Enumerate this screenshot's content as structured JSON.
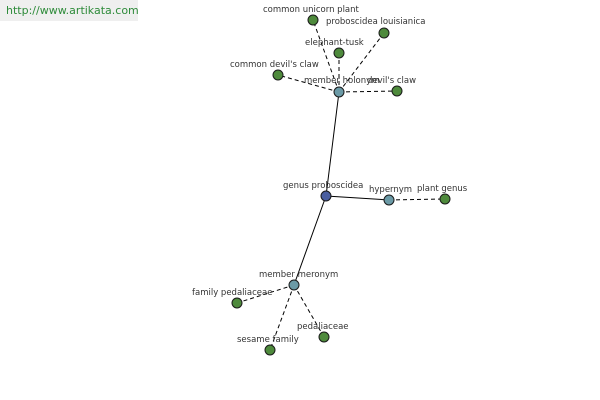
{
  "banner": {
    "url_text": "http://www.artikata.com"
  },
  "colors": {
    "center_node": "#4a5ea0",
    "relation_node": "#6b9aa6",
    "leaf_node": "#4e8a3c",
    "edge": "#000000",
    "label": "#333333",
    "banner_text": "#2e8b3a",
    "banner_bg": "#efefef"
  },
  "graph": {
    "nodes": [
      {
        "id": "genus-proboscidea",
        "label": "genus proboscidea",
        "kind": "center"
      },
      {
        "id": "member-holonym",
        "label": "member holonym",
        "kind": "relation"
      },
      {
        "id": "hypernym",
        "label": "hypernym",
        "kind": "relation"
      },
      {
        "id": "member-meronym",
        "label": "member meronym",
        "kind": "relation"
      },
      {
        "id": "common-unicorn-plant",
        "label": "common unicorn plant",
        "kind": "leaf"
      },
      {
        "id": "proboscidea-louisianica",
        "label": "proboscidea louisianica",
        "kind": "leaf"
      },
      {
        "id": "elephant-tusk",
        "label": "elephant-tusk",
        "kind": "leaf"
      },
      {
        "id": "common-devils-claw",
        "label": "common devil's claw",
        "kind": "leaf"
      },
      {
        "id": "devils-claw",
        "label": "devil's claw",
        "kind": "leaf"
      },
      {
        "id": "plant-genus",
        "label": "plant genus",
        "kind": "leaf"
      },
      {
        "id": "family-pedaliaceae",
        "label": "family pedaliaceae",
        "kind": "leaf"
      },
      {
        "id": "pedaliaceae",
        "label": "pedaliaceae",
        "kind": "leaf"
      },
      {
        "id": "sesame-family",
        "label": "sesame family",
        "kind": "leaf"
      }
    ],
    "edges": [
      {
        "from": "genus-proboscidea",
        "to": "member-holonym",
        "style": "solid"
      },
      {
        "from": "genus-proboscidea",
        "to": "hypernym",
        "style": "solid"
      },
      {
        "from": "genus-proboscidea",
        "to": "member-meronym",
        "style": "solid"
      },
      {
        "from": "member-holonym",
        "to": "common-unicorn-plant",
        "style": "dashed"
      },
      {
        "from": "member-holonym",
        "to": "proboscidea-louisianica",
        "style": "dashed"
      },
      {
        "from": "member-holonym",
        "to": "elephant-tusk",
        "style": "dashed"
      },
      {
        "from": "member-holonym",
        "to": "common-devils-claw",
        "style": "dashed"
      },
      {
        "from": "member-holonym",
        "to": "devils-claw",
        "style": "dashed"
      },
      {
        "from": "hypernym",
        "to": "plant-genus",
        "style": "dashed"
      },
      {
        "from": "member-meronym",
        "to": "family-pedaliaceae",
        "style": "dashed"
      },
      {
        "from": "member-meronym",
        "to": "pedaliaceae",
        "style": "dashed"
      },
      {
        "from": "member-meronym",
        "to": "sesame-family",
        "style": "dashed"
      }
    ]
  }
}
